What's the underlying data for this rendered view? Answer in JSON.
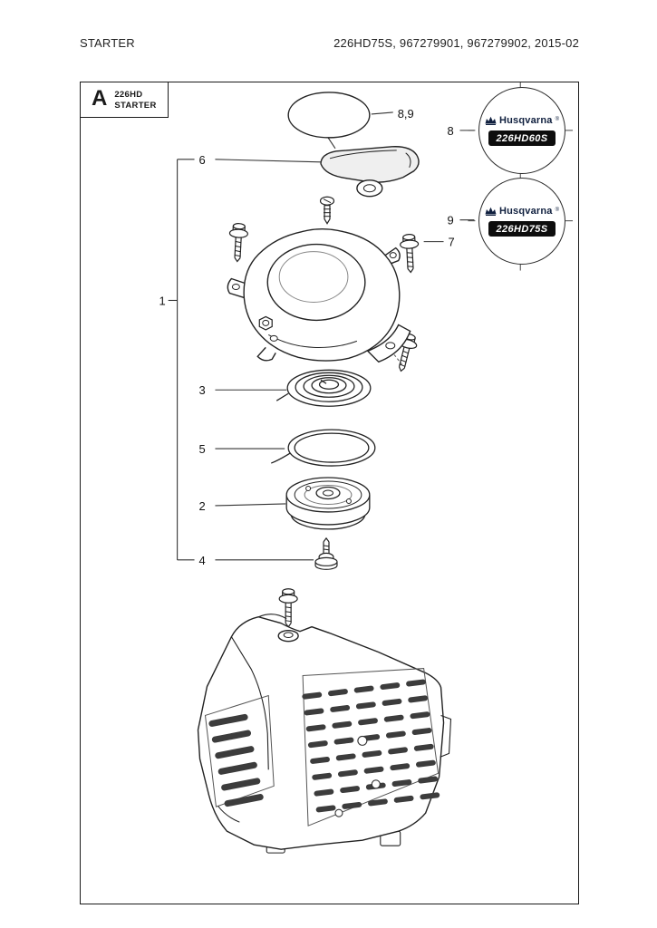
{
  "page": {
    "header_left": "STARTER",
    "header_right": "226HD75S, 967279901, 967279902, 2015-02"
  },
  "section": {
    "letter": "A",
    "model": "226HD",
    "title": "STARTER"
  },
  "callouts": {
    "c1": "1",
    "c2": "2",
    "c3": "3",
    "c4": "4",
    "c5": "5",
    "c6": "6",
    "c7": "7",
    "c8": "8",
    "c9": "9",
    "c89": "8,9"
  },
  "decals": [
    {
      "brand": "Husqvarna",
      "reg": "®",
      "model": "226HD60S"
    },
    {
      "brand": "Husqvarna",
      "reg": "®",
      "model": "226HD75S"
    }
  ]
}
